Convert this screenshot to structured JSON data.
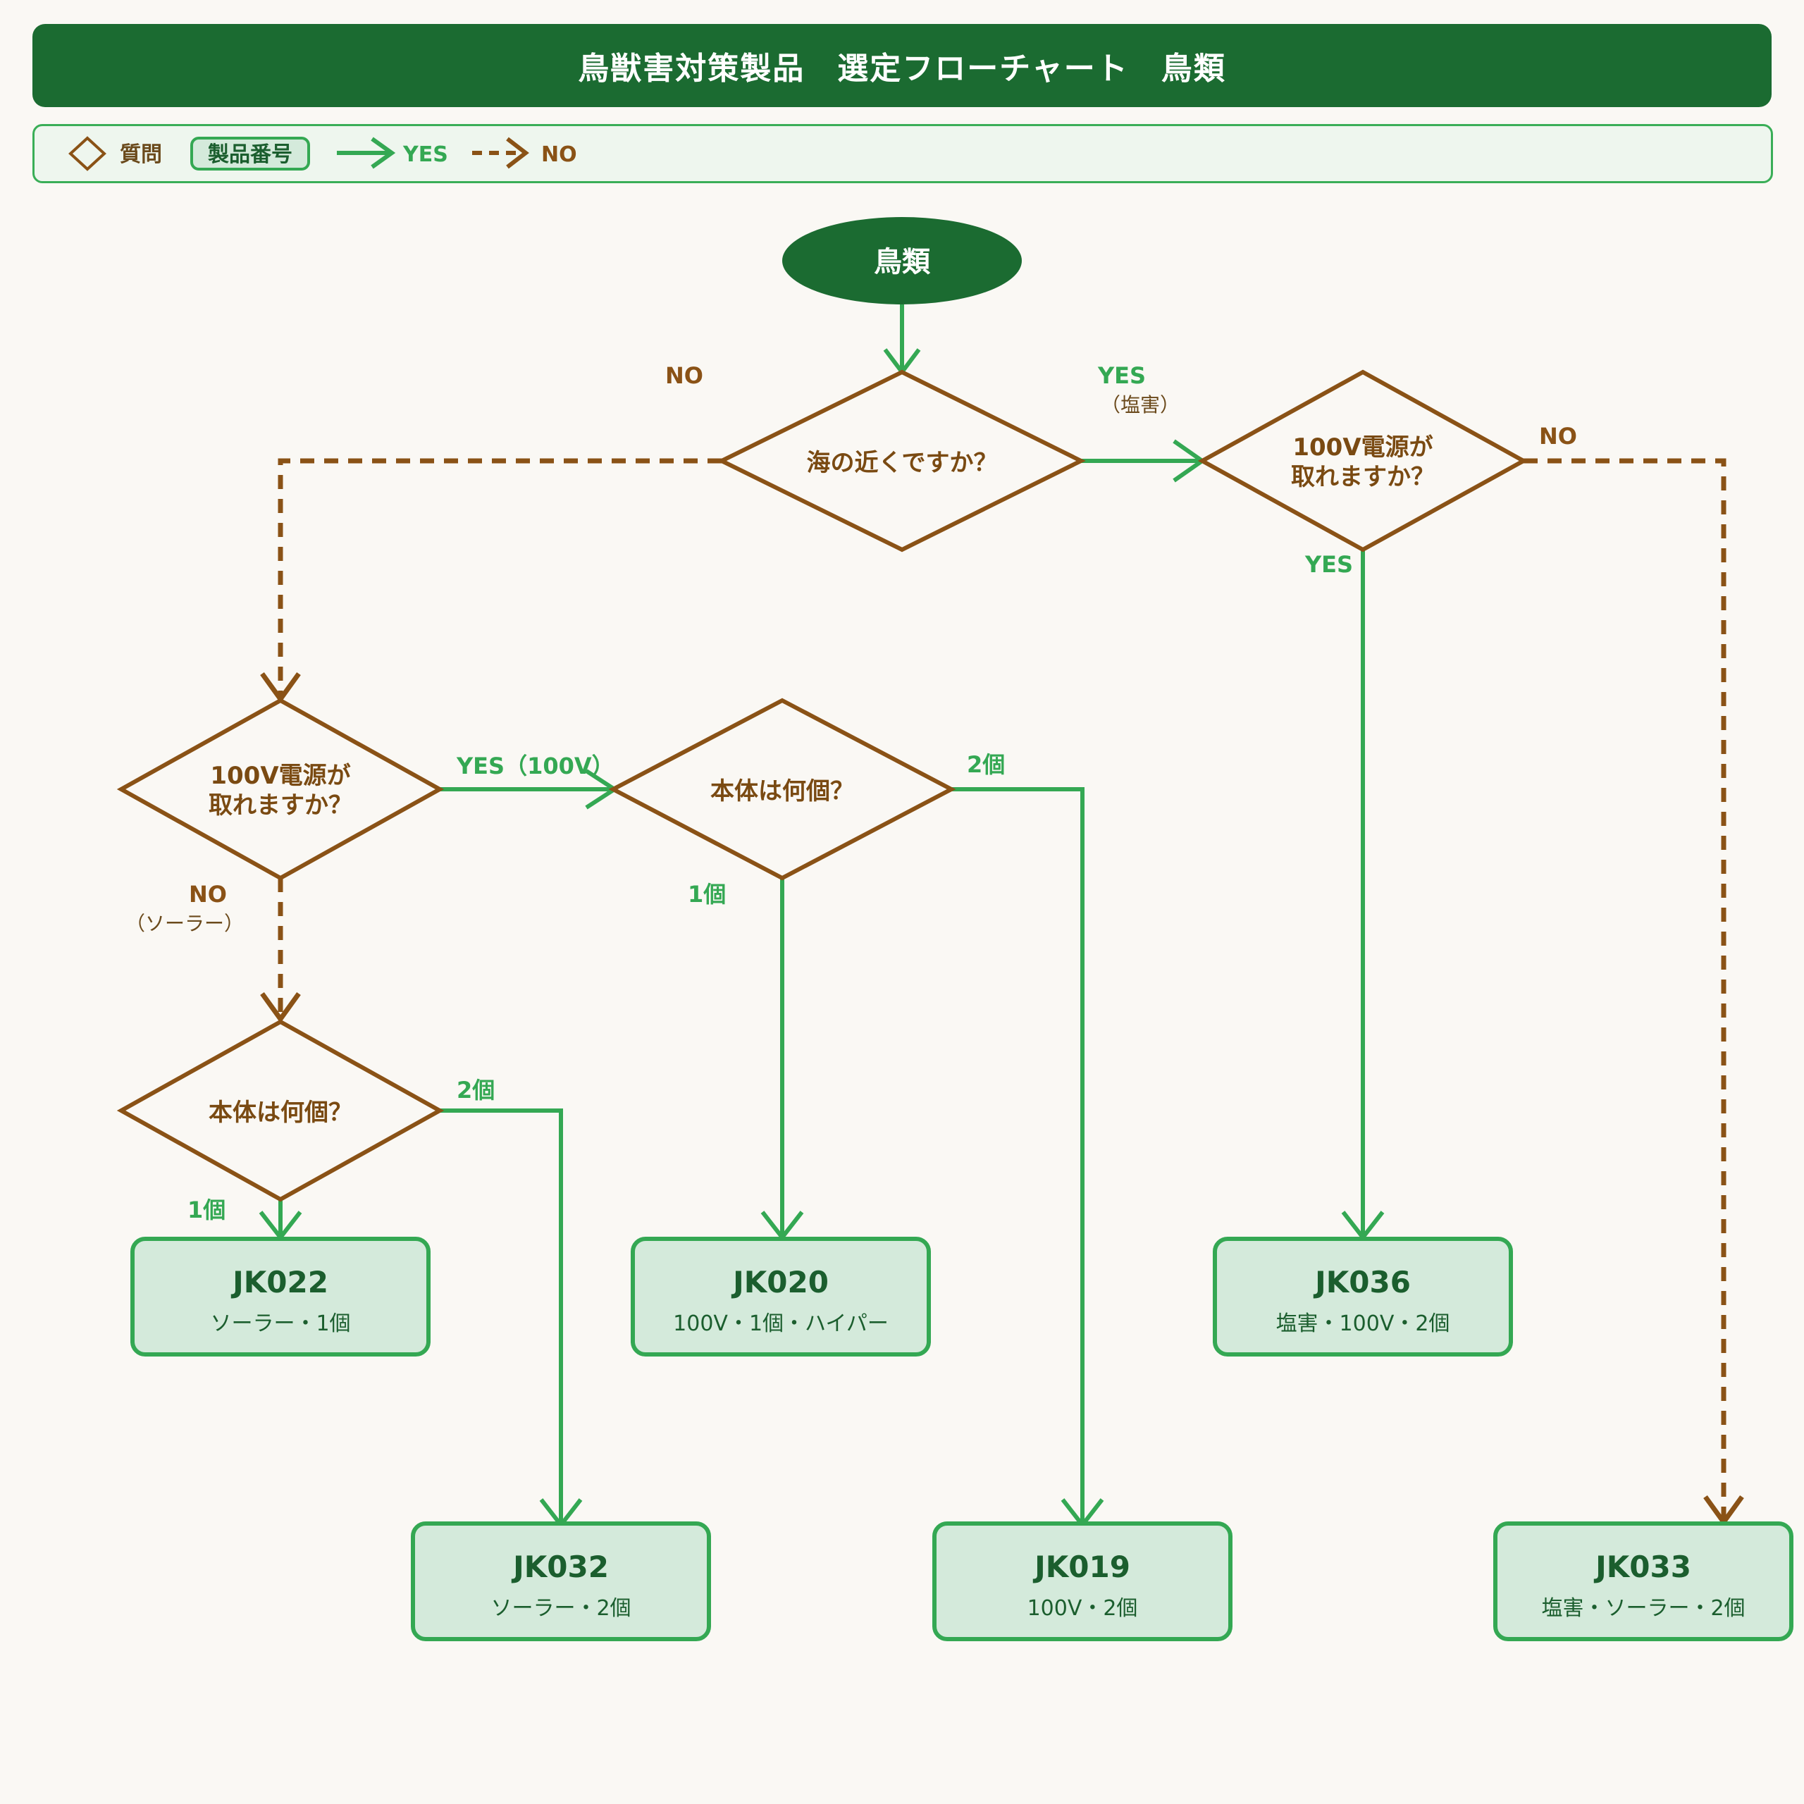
{
  "header": {
    "title": "鳥獣害対策製品　選定フローチャート　鳥類"
  },
  "legend": {
    "question": "質問",
    "product": "製品番号",
    "yes": "YES",
    "no": "NO"
  },
  "colors": {
    "primary": "#1b6b31",
    "yes": "#34a853",
    "no": "#8a5216",
    "product_fill": "#d4eadb"
  },
  "flow": {
    "start": "鳥類",
    "q_sea": "海の近くですか？",
    "q_sea_no": "NO",
    "q_sea_yes": "YES",
    "q_sea_yes_sub": "（塩害）",
    "q_power_right": [
      "100V電源が",
      "取れますか？"
    ],
    "q_power_right_no": "NO",
    "q_power_right_yes": "YES",
    "q_power_left": [
      "100V電源が",
      "取れますか？"
    ],
    "q_power_left_yes": "YES（100V）",
    "q_power_left_no": "NO",
    "q_power_left_no_sub": "（ソーラー）",
    "q_count_mid": "本体は何個？",
    "q_count_mid_2": "2個",
    "q_count_mid_1": "1個",
    "q_count_left": "本体は何個？",
    "q_count_left_2": "2個",
    "q_count_left_1": "1個",
    "products": {
      "jk022": {
        "code": "JK022",
        "desc": "ソーラー・1個"
      },
      "jk020": {
        "code": "JK020",
        "desc": "100V・1個・ハイパー"
      },
      "jk036": {
        "code": "JK036",
        "desc": "塩害・100V・2個"
      },
      "jk032": {
        "code": "JK032",
        "desc": "ソーラー・2個"
      },
      "jk019": {
        "code": "JK019",
        "desc": "100V・2個"
      },
      "jk033": {
        "code": "JK033",
        "desc": "塩害・ソーラー・2個"
      }
    }
  }
}
